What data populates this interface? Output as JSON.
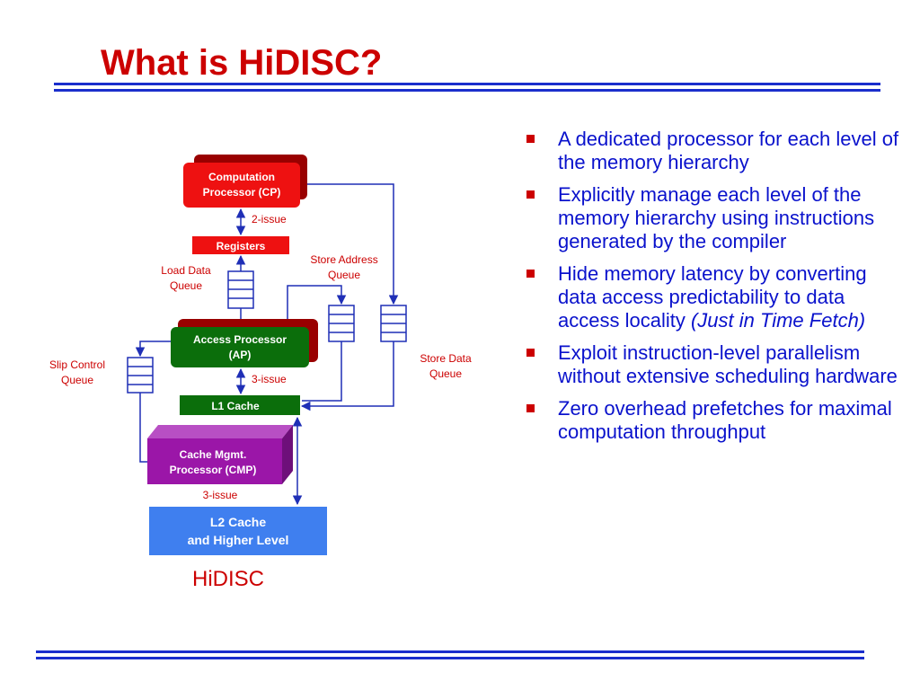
{
  "slide": {
    "title": "What is HiDISC?",
    "bullets": [
      {
        "text": "A dedicated processor for each level of the memory hierarchy",
        "italic": ""
      },
      {
        "text": "Explicitly manage each level of the memory hierarchy using instructions generated by the compiler",
        "italic": ""
      },
      {
        "text": "Hide memory latency by converting data access predictability to data access locality ",
        "italic": "(Just in Time Fetch)"
      },
      {
        "text": "Exploit instruction-level parallelism without extensive scheduling hardware",
        "italic": ""
      },
      {
        "text": "Zero overhead prefetches for maximal computation throughput",
        "italic": ""
      }
    ]
  },
  "diagram": {
    "cp": {
      "line1": "Computation",
      "line2": "Processor (CP)"
    },
    "issue_cp": "2-issue",
    "registers": "Registers",
    "load_queue": {
      "line1": "Load Data",
      "line2": "Queue"
    },
    "store_addr_queue": {
      "line1": "Store Address",
      "line2": "Queue"
    },
    "ap": {
      "line1": "Access Processor",
      "line2": "(AP)"
    },
    "slip_queue": {
      "line1": "Slip Control",
      "line2": "Queue"
    },
    "store_data_queue": {
      "line1": "Store Data",
      "line2": "Queue"
    },
    "issue_ap": "3-issue",
    "l1": "L1 Cache",
    "cmp": {
      "line1": "Cache Mgmt.",
      "line2": "Processor (CMP)"
    },
    "issue_cmp": "3-issue",
    "l2": {
      "line1": "L2 Cache",
      "line2": "and Higher Level"
    },
    "caption": "HiDISC"
  },
  "colors": {
    "title": "#cc0000",
    "rule": "#1a2ecc",
    "bullet_text": "#0a12cc",
    "cp": "#ee1111",
    "ap": "#0b6e0b",
    "cmp": "#9b16a8",
    "l2": "#3f7fef",
    "arrow": "#1f2fb6"
  }
}
